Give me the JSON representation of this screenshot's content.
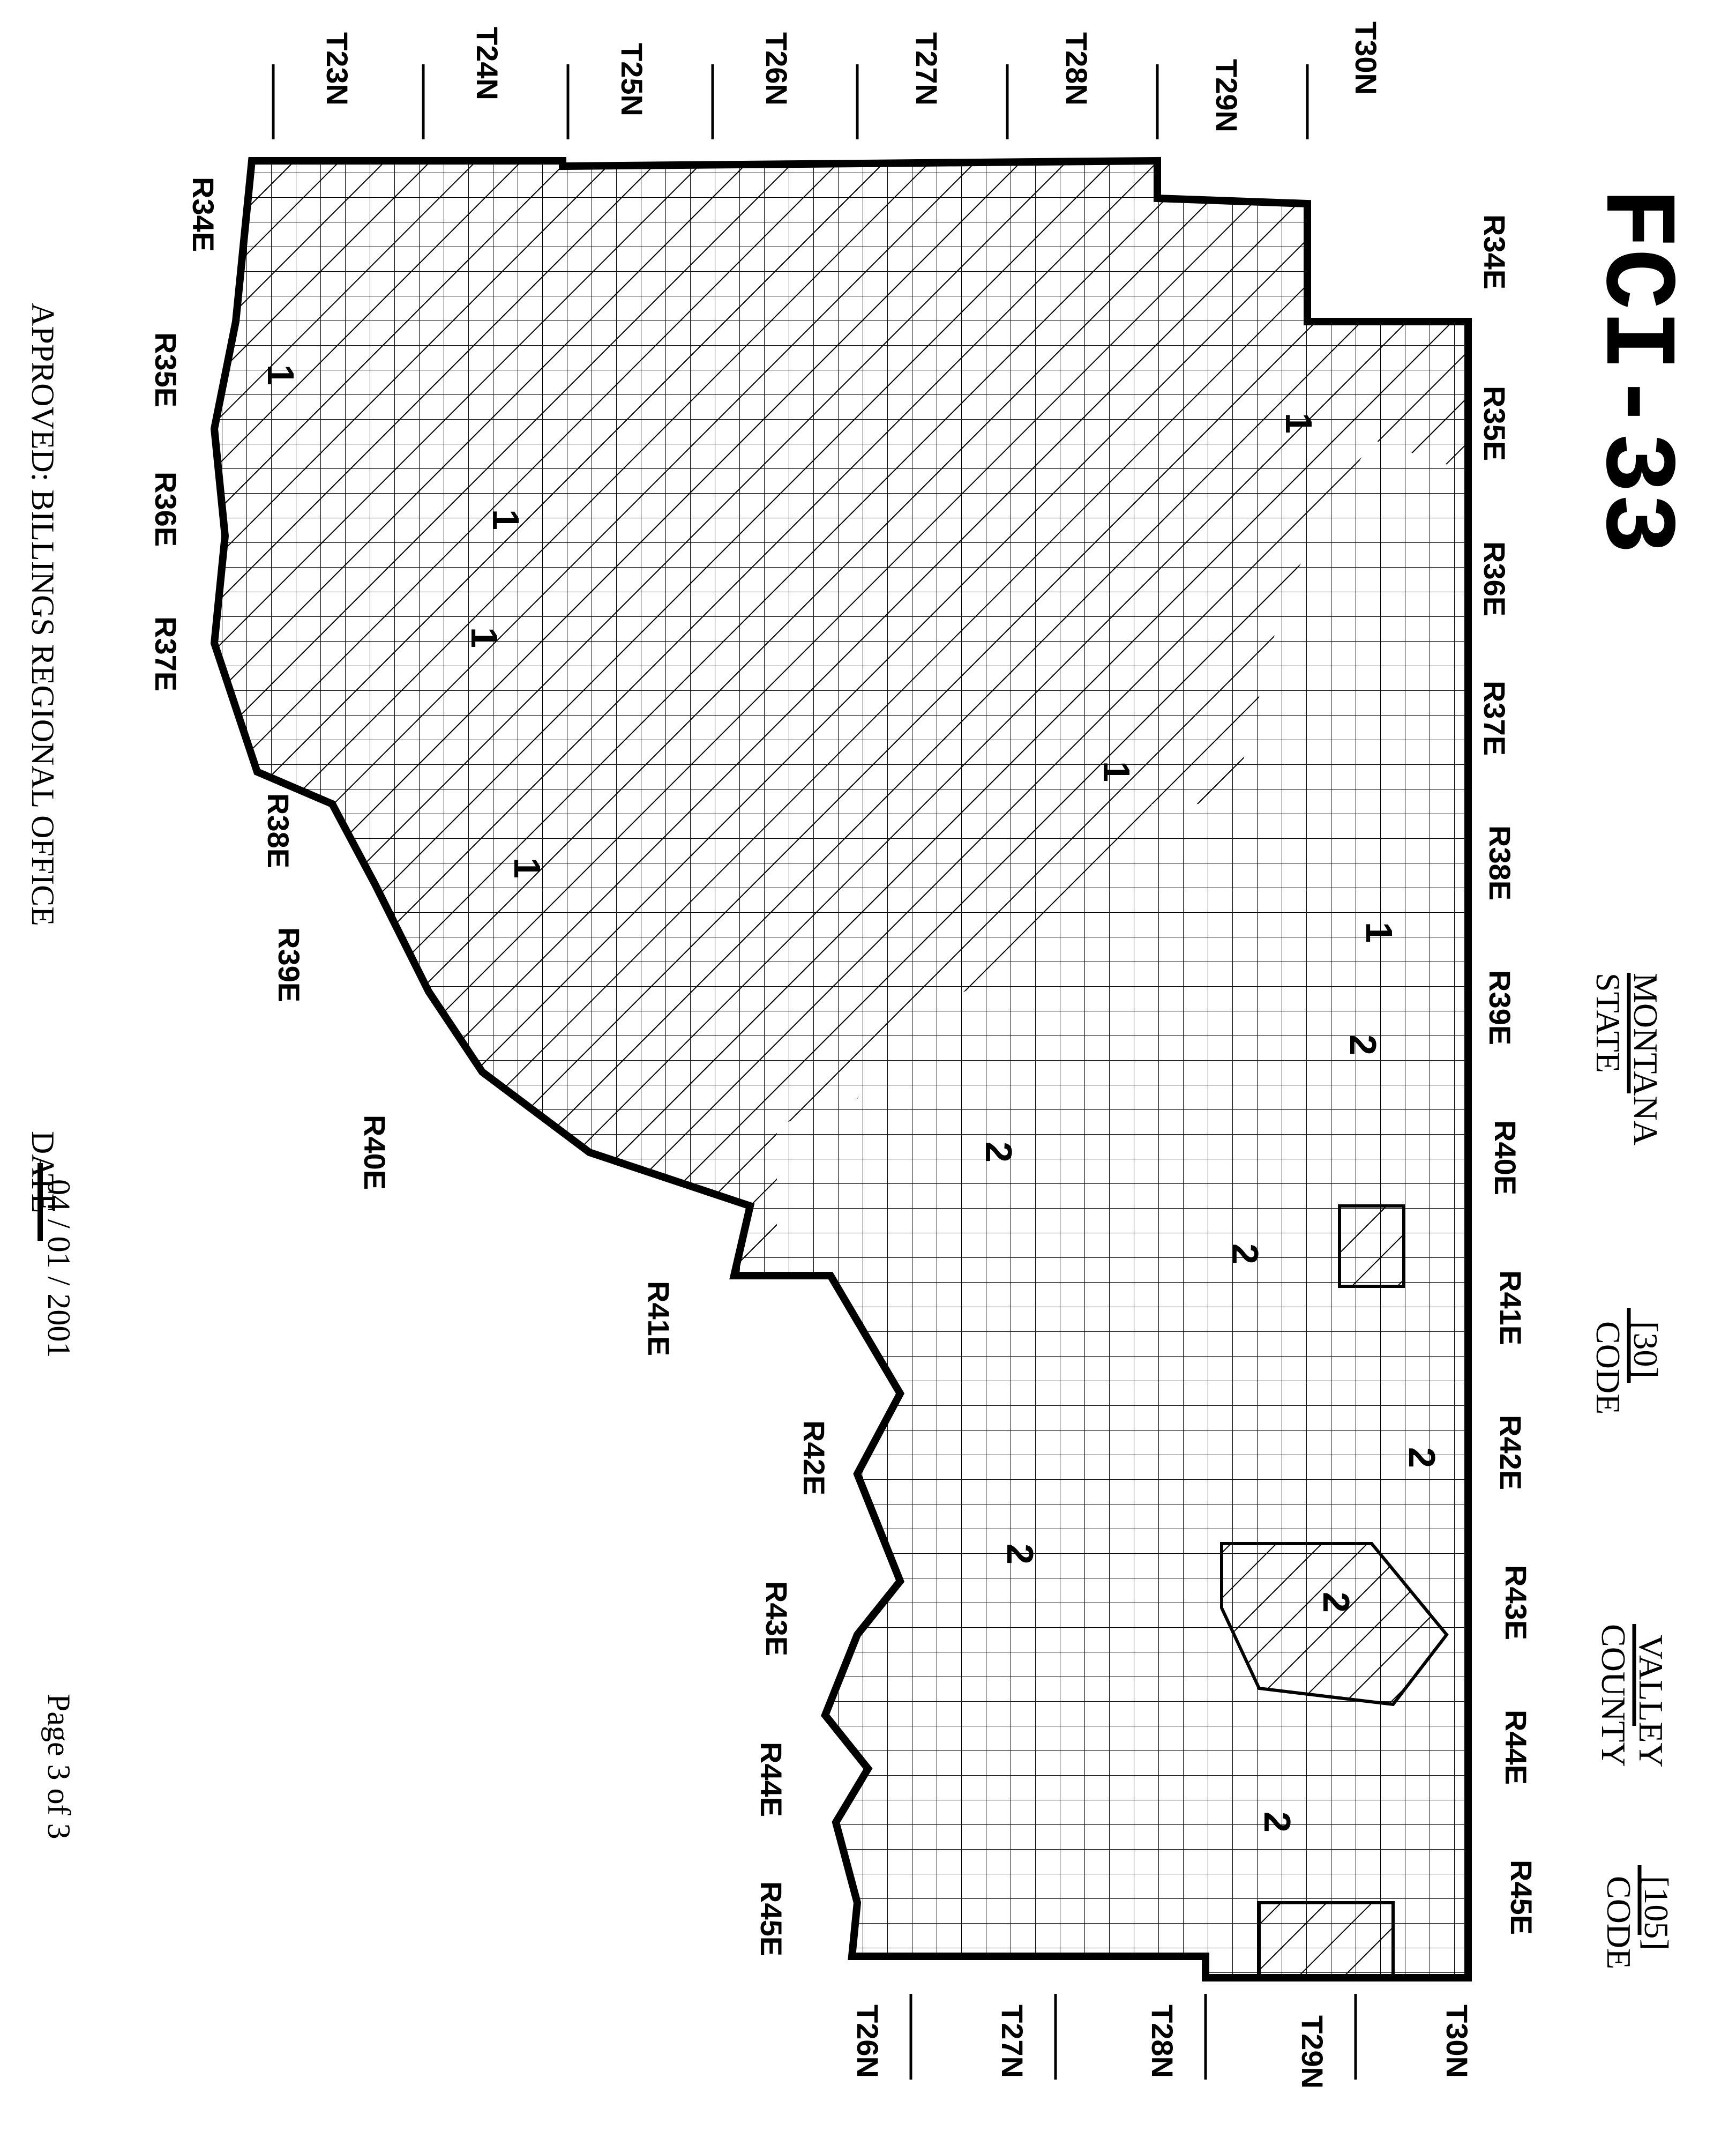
{
  "title": "FCI-33",
  "state": {
    "name": "MONTANA",
    "label": "STATE",
    "code_label": "CODE",
    "code": "[30]"
  },
  "county": {
    "name": "VALLEY",
    "label": "COUNTY",
    "code_label": "CODE",
    "code": "[105]"
  },
  "approval": "APPROVED: BILLINGS REGIONAL OFFICE",
  "date": {
    "label": "DATE",
    "value": "04 / 01 / 2001"
  },
  "page": "Page 3 of 3",
  "townships_top": [
    "T23N",
    "T24N",
    "T25N",
    "T26N",
    "T27N",
    "T28N",
    "T29N",
    "T30N"
  ],
  "townships_bottom": [
    "T26N",
    "T27N",
    "T28N",
    "T29N",
    "T30N"
  ],
  "ranges_right": [
    "R34E",
    "R35E",
    "R36E",
    "R37E",
    "R38E",
    "R39E",
    "R40E",
    "R41E",
    "R42E",
    "R43E",
    "R44E",
    "R45E"
  ],
  "ranges_left": [
    "R34E",
    "R35E",
    "R36E",
    "R37E",
    "R38E",
    "R39E",
    "R40E",
    "R41E",
    "R42E",
    "R43E",
    "R44E",
    "R45E"
  ],
  "zones": [
    "1",
    "1",
    "1",
    "1",
    "1",
    "1",
    "1",
    "2",
    "2",
    "2",
    "2",
    "2",
    "2",
    "2"
  ],
  "colors": {
    "ink": "#000000",
    "paper": "#ffffff"
  }
}
